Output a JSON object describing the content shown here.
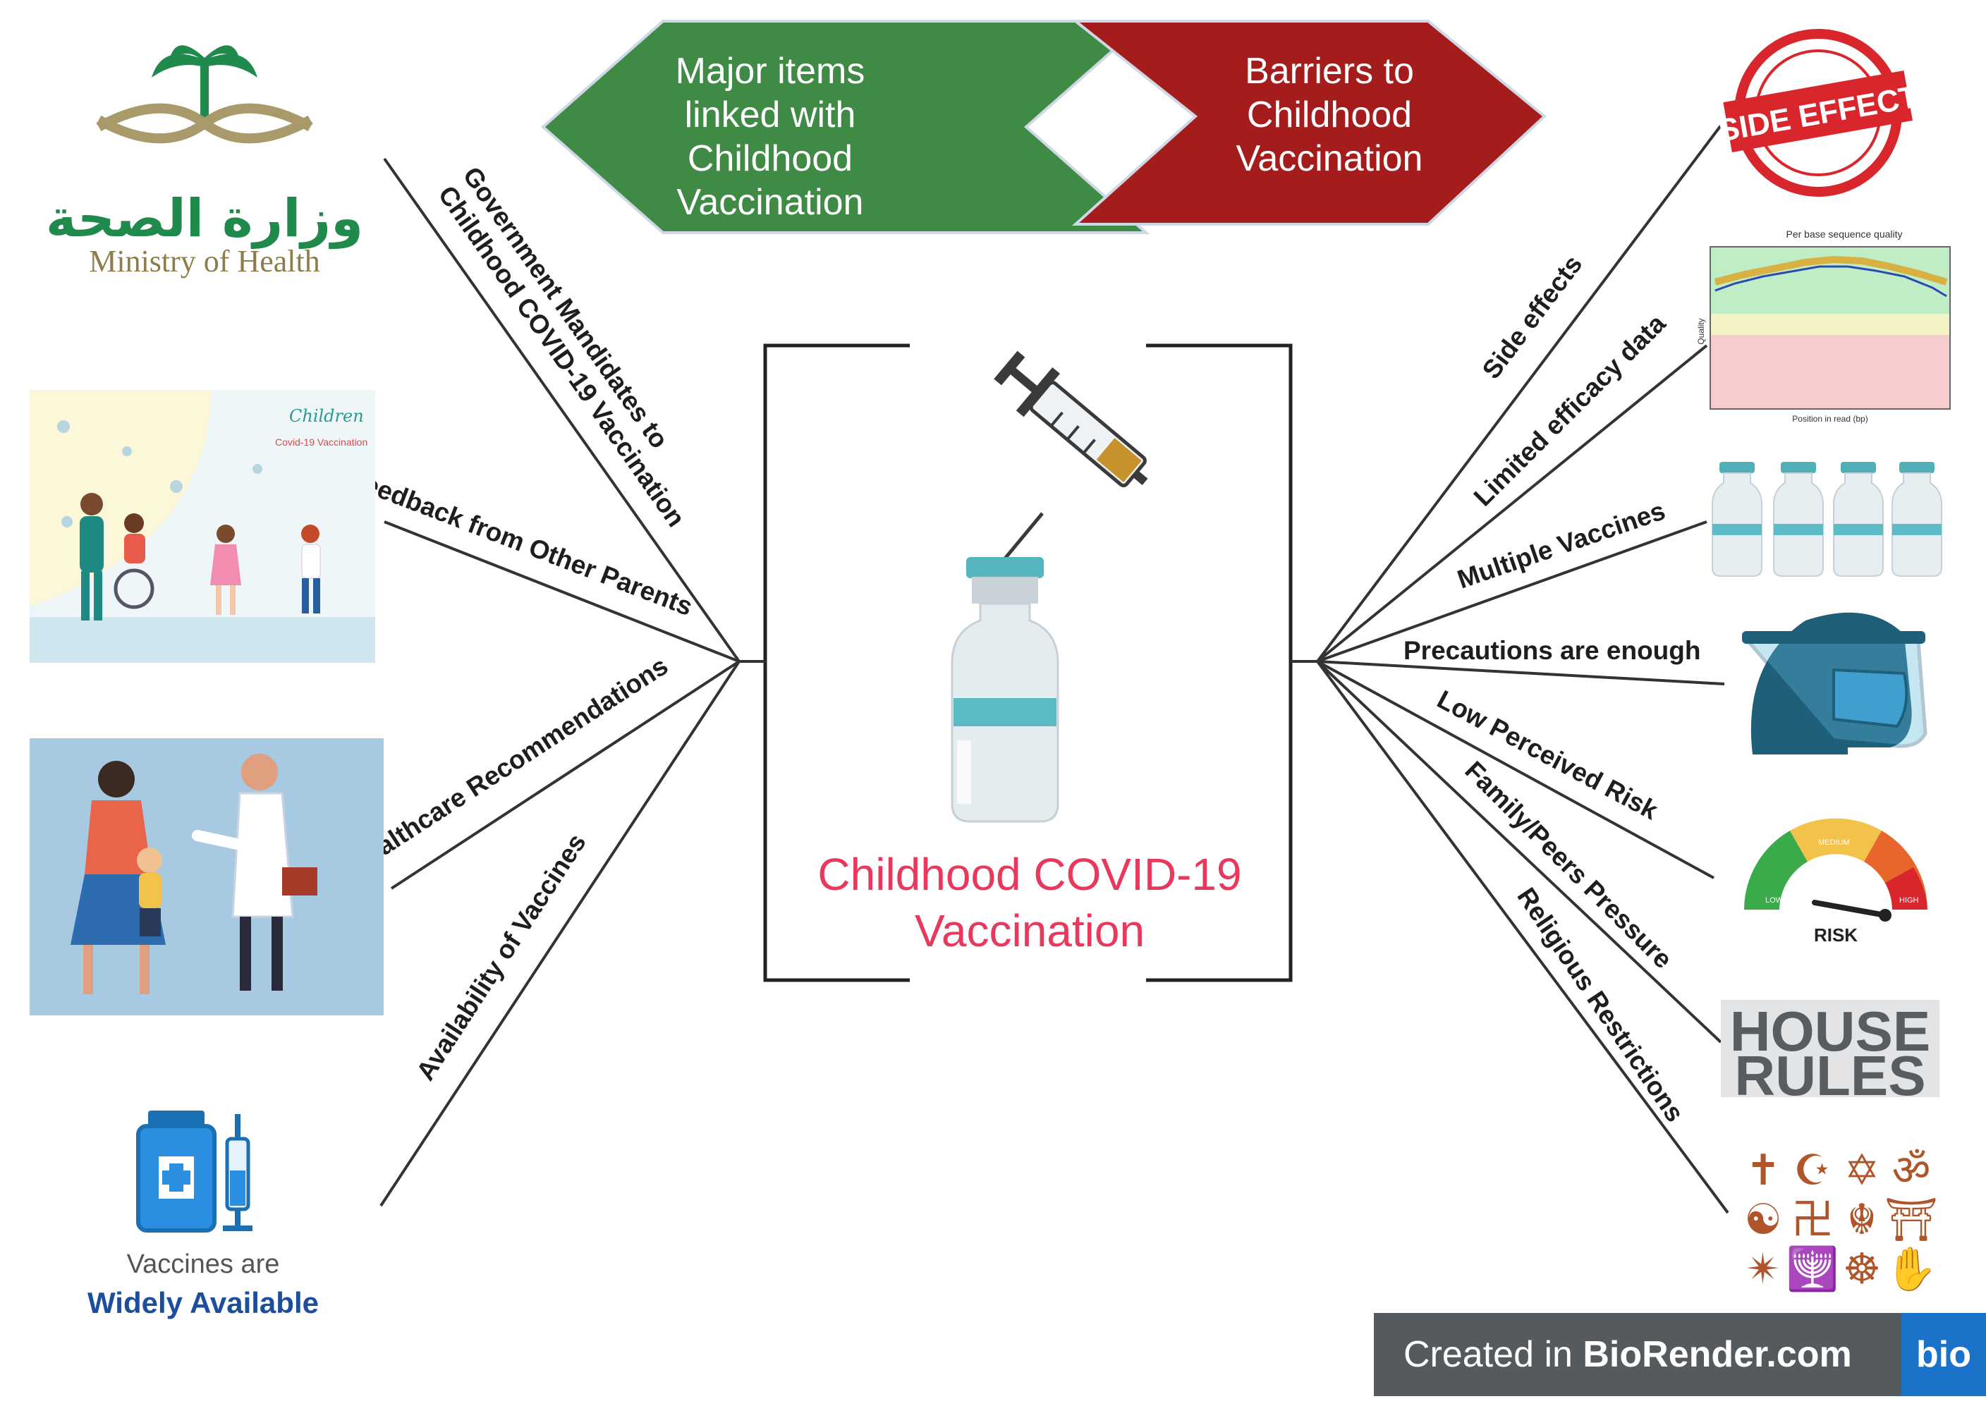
{
  "banners": {
    "left": "Major items linked with Childhood Vaccination",
    "left_lines": [
      "Major items",
      "linked with",
      "Childhood",
      "Vaccination"
    ],
    "right": "Barriers to Childhood Vaccination",
    "right_lines": [
      "Barriers to",
      "Childhood",
      "Vaccination"
    ],
    "left_color": "#3f8a45",
    "right_color": "#a51c1c"
  },
  "center": {
    "title": "Childhood COVID-19 Vaccination",
    "lines": [
      "Childhood COVID-19",
      "Vaccination"
    ],
    "color": "#e8395d"
  },
  "left_items": [
    {
      "label": "Government Mandidates to",
      "label2": "Childhood COVID-19 Vaccination"
    },
    {
      "label": "Feedback from Other Parents"
    },
    {
      "label": "Healthcare Recommendations"
    },
    {
      "label": "Availability of Vaccines"
    }
  ],
  "right_items": [
    {
      "label": "Side effects"
    },
    {
      "label": "Limited efficacy data"
    },
    {
      "label": "Multiple Vaccines"
    },
    {
      "label": "Precautions are enough"
    },
    {
      "label": "Low Perceived Risk"
    },
    {
      "label": "Family/Peers Pressure"
    },
    {
      "label": "Religious Restrictions"
    }
  ],
  "images": {
    "moh_arabic": "وزارة الصحة",
    "moh_english": "Ministry of Health",
    "parents_caption": "Children",
    "parents_subcaption": "Covid-19 Vaccination",
    "vaccines_line1": "Vaccines are",
    "vaccines_line2": "Widely Available",
    "side_effect_stamp": "SIDE EFFECT",
    "quality_title": "Per base sequence quality",
    "quality_xlabel": "Position in read (bp)",
    "quality_ylabel": "Quality",
    "risk_label": "RISK",
    "risk_low": "LOW",
    "risk_medium": "MEDIUM",
    "risk_high": "HIGH",
    "house_rules_1": "HOUSE",
    "house_rules_2": "RULES",
    "religion_symbols": [
      "✝",
      "☪",
      "✡",
      "ॐ",
      "☯",
      "卍",
      "☬",
      "⛩",
      "✴",
      "🕎",
      "☸",
      "✋"
    ]
  },
  "footer": {
    "created_in": "Created in",
    "brand": "BioRender.com",
    "logo": "bio"
  }
}
